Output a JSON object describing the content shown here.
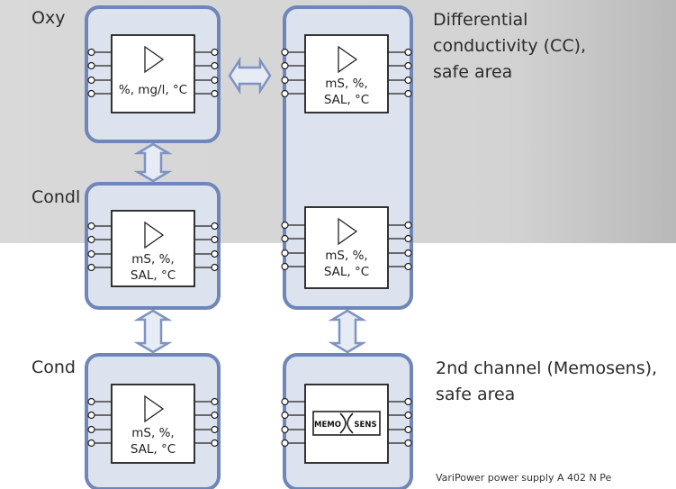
{
  "labels": {
    "oxy": "Oxy",
    "condl": "Condl",
    "cond": "Cond"
  },
  "descriptions": {
    "differential": [
      "Differential",
      "conductivity (CC),",
      "safe area"
    ],
    "second_channel": [
      "2nd channel (Memosens),",
      "safe area"
    ]
  },
  "modules": {
    "oxy_units": [
      "%, mg/l, °C"
    ],
    "condl_units": [
      "mS, %,",
      "SAL, °C"
    ],
    "cond_units": [
      "mS, %,",
      "SAL, °C"
    ],
    "cc_top_units": [
      "mS, %,",
      "SAL, °C"
    ],
    "cc_bottom_units": [
      "mS, %,",
      "SAL, °C"
    ],
    "memosens_left": "MEMO",
    "memosens_right": "SENS"
  },
  "footer": "VariPower power supply A 402 N   Pe",
  "colors": {
    "module_fill": "#dde3ee",
    "module_stroke": "#6f86b8",
    "arrow_fill": "#e6ebf4",
    "arrow_stroke": "#7d93c2",
    "background_top": "#dadada",
    "background_bottom": "#ffffff"
  },
  "icons": [
    "amplifier-triangle-icon",
    "bidirectional-arrow-icon",
    "memosens-logo"
  ]
}
